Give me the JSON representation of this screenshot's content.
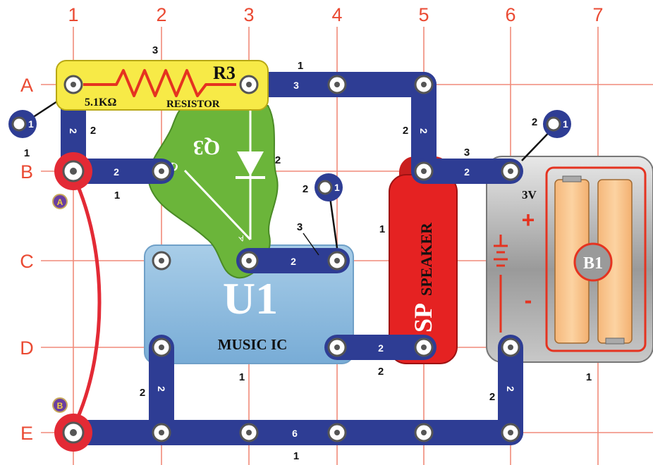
{
  "columns": [
    "1",
    "2",
    "3",
    "4",
    "5",
    "6",
    "7"
  ],
  "rows": [
    "A",
    "B",
    "C",
    "D",
    "E"
  ],
  "resistor": {
    "name": "R3",
    "value": "5.1KΩ",
    "label": "RESISTOR"
  },
  "transistor": {
    "name": "Q3",
    "pins": [
      "G",
      "A"
    ]
  },
  "music_ic": {
    "name": "U1",
    "label": "MUSIC IC"
  },
  "speaker": {
    "prefix": "SP",
    "label": "SPEAKER"
  },
  "battery": {
    "name": "B1",
    "voltage": "3V",
    "plus": "+",
    "minus": "-"
  },
  "terminals": {
    "a": "A",
    "b": "B"
  },
  "strips": {
    "a_top": "3",
    "b_left": "2",
    "b_right": "2",
    "c_mid": "2",
    "d_right": "2",
    "e_bottom": "6",
    "col1_vertical": "2",
    "col2_vertical": "2",
    "col5_vertical": "2",
    "col6_vertical": "2",
    "single_left": "1",
    "single_mid": "1",
    "single_right": "1"
  },
  "level_labels": {
    "resistor": "3",
    "a_top_strip": "1",
    "col1_top": "2",
    "left_single": "1",
    "b_left_strip": "1",
    "q3_right": "2",
    "single_mid": "2",
    "wire": "3",
    "speaker_left": "1",
    "col5_top": "2",
    "single_right": "2",
    "b_right_strip": "3",
    "u1_below": "1",
    "d_right_strip": "2",
    "battery_below": "1",
    "col2_low": "2",
    "col6_low": "2",
    "e_strip": "1"
  }
}
